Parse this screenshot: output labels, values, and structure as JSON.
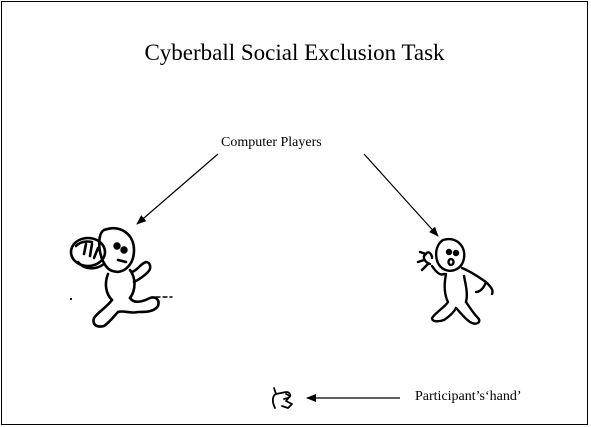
{
  "slide": {
    "title": "Cyberball Social Exclusion Task",
    "computer_players_label": "Computer Players",
    "participant_hand_label": "Participant’s‘hand’"
  },
  "figures": {
    "left_player": "computer-player-figure",
    "right_player": "computer-player-figure",
    "participant_hand": "hand-icon"
  },
  "colors": {
    "stroke": "#000000",
    "background": "#ffffff"
  }
}
